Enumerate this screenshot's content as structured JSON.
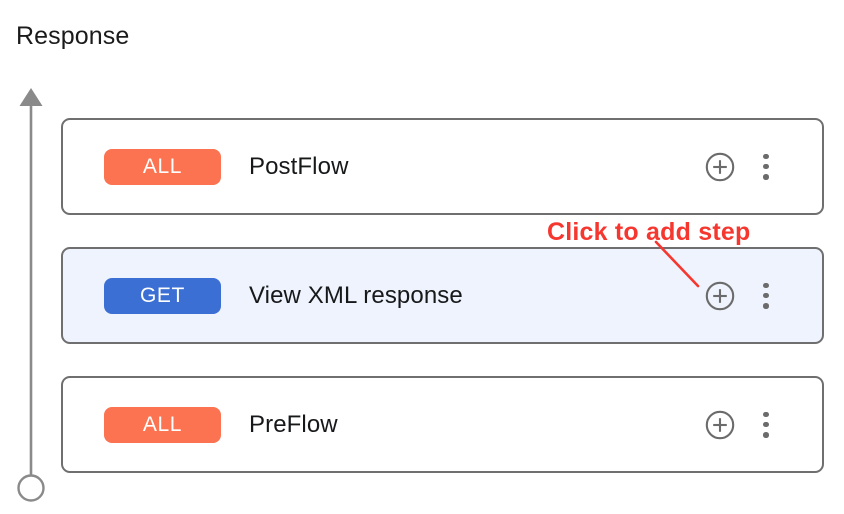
{
  "section": {
    "title": "Response"
  },
  "annotation": {
    "text": "Click to add step",
    "color": "#f5372f"
  },
  "colors": {
    "badge_all": "#fb7350",
    "badge_get": "#3b6fd4",
    "selected_row_background": "#eef3fd",
    "card_border": "#6f6f6f",
    "axis": "#8a8a8a",
    "icon": "#6b6b6b"
  },
  "axis": {
    "arrow_icon": "arrow-up-icon",
    "endpoint_icon": "circle-outline-icon"
  },
  "rows": [
    {
      "badge": "ALL",
      "badge_type": "all",
      "label": "PostFlow",
      "selected": false,
      "add_icon": "plus-circle-icon",
      "menu_icon": "kebab-menu-icon"
    },
    {
      "badge": "GET",
      "badge_type": "get",
      "label": "View XML response",
      "selected": true,
      "add_icon": "plus-circle-icon",
      "menu_icon": "kebab-menu-icon"
    },
    {
      "badge": "ALL",
      "badge_type": "all",
      "label": "PreFlow",
      "selected": false,
      "add_icon": "plus-circle-icon",
      "menu_icon": "kebab-menu-icon"
    }
  ]
}
